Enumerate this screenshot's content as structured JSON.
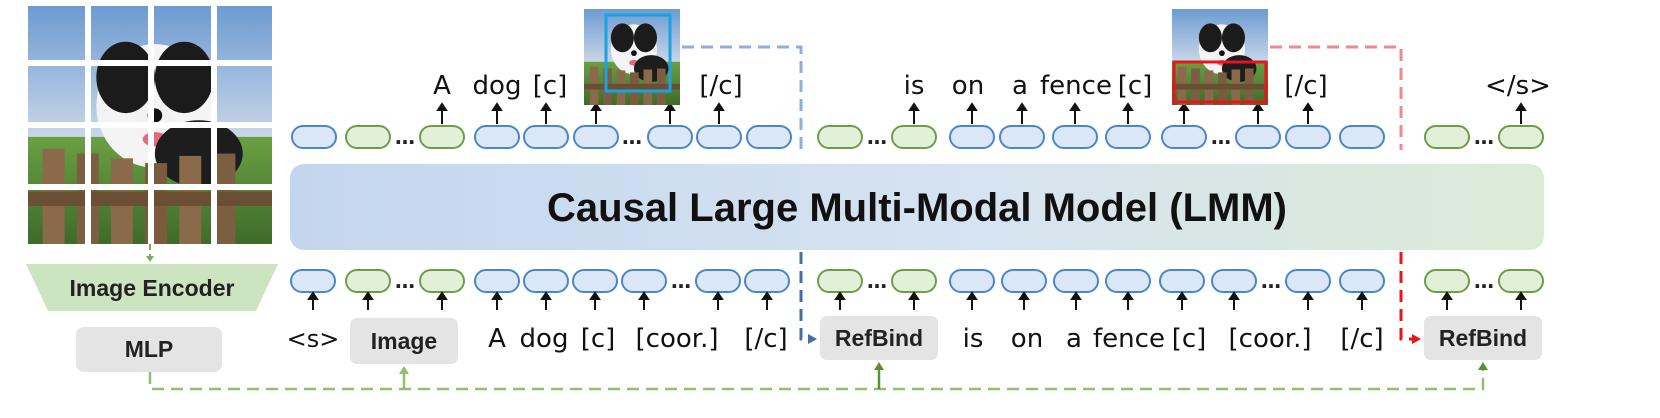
{
  "model": {
    "title": "Causal Large Multi-Modal Model (LMM)"
  },
  "encoder": {
    "label": "Image Encoder"
  },
  "mlp": {
    "label": "MLP"
  },
  "bottom_inputs": {
    "s": "<s>",
    "image": "Image",
    "A": "A",
    "dog": "dog",
    "c1": "[c]",
    "coor1": "[coor.]",
    "endc1": "[/c]",
    "refbind1": "RefBind",
    "is": "is",
    "on": "on",
    "a": "a",
    "fence": "fence",
    "c2": "[c]",
    "coor2": "[coor.]",
    "endc2": "[/c]",
    "refbind2": "RefBind"
  },
  "top_outputs": {
    "A": "A",
    "dog": "dog",
    "c1": "[c]",
    "endc1": "[/c]",
    "is": "is",
    "on": "on",
    "a": "a",
    "fence": "fence",
    "c2": "[c]",
    "endc2": "[/c]",
    "eos": "</s>"
  },
  "colors": {
    "dog": "#1aa3e0",
    "fence": "#e8141a",
    "coor_blue": "#1aa3e0",
    "coor_red": "#e8141a",
    "blue_dash": "#5b8fd0",
    "red_dash": "#f08080",
    "green_dash": "#7aae5a"
  }
}
